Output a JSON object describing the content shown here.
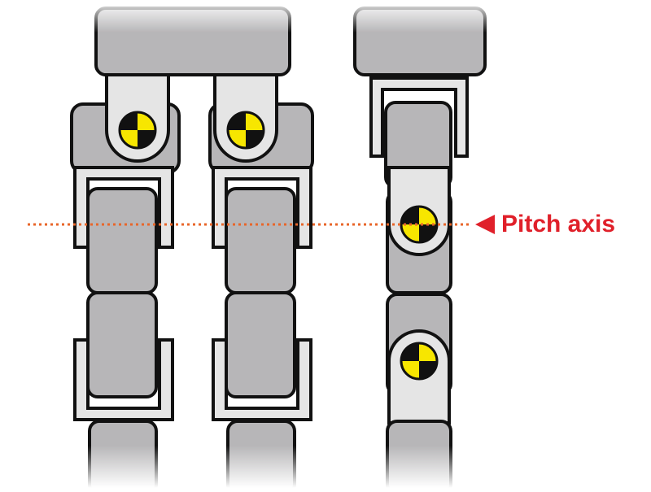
{
  "annotation": {
    "label": "Pitch axis",
    "color": "#e0202a",
    "line_color": "#e8662a",
    "arrow_icon": "left-triangle-arrow"
  },
  "colors": {
    "link_fill": "#b7b6b8",
    "bracket_fill": "#e5e5e5",
    "outline": "#111111",
    "marker_yellow": "#f7e600",
    "marker_black": "#111111"
  },
  "legs": [
    {
      "name": "left-leg-front",
      "style": "bracket-joints"
    },
    {
      "name": "left-leg-rear",
      "style": "bracket-joints"
    },
    {
      "name": "right-leg-side",
      "style": "inline-joints"
    }
  ],
  "markers": {
    "icon": "center-of-mass-marker-icon",
    "count": 4
  }
}
